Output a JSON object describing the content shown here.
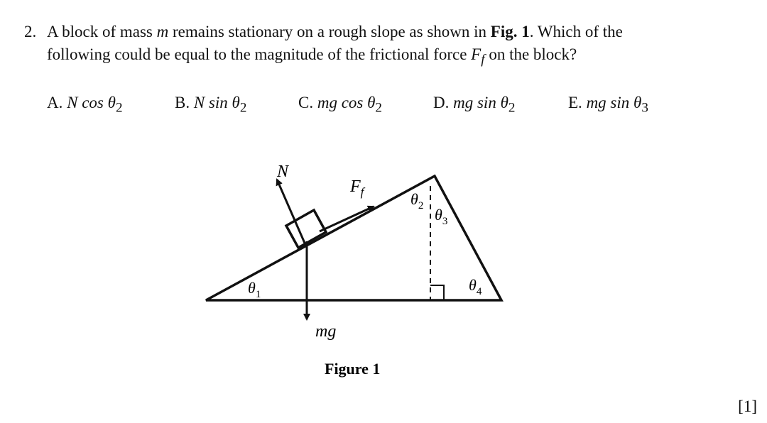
{
  "question": {
    "number": "2.",
    "line1_a": "A block of mass ",
    "line1_m": "m",
    "line1_b": " remains stationary on a rough slope as shown in ",
    "fig_ref": "Fig. 1",
    "line1_c": ". Which of the",
    "line2_a": "following could be equal to the magnitude of the frictional force ",
    "line2_F": "F",
    "line2_f": "f",
    "line2_b": " on the block?"
  },
  "options": [
    {
      "letter": "A.",
      "expr": "N cos θ",
      "sub": "2"
    },
    {
      "letter": "B.",
      "expr": "N sin θ",
      "sub": "2"
    },
    {
      "letter": "C.",
      "expr": "mg cos θ",
      "sub": "2"
    },
    {
      "letter": "D.",
      "expr": "mg sin θ",
      "sub": "2"
    },
    {
      "letter": "E.",
      "expr": "mg sin θ",
      "sub": "3"
    }
  ],
  "figure": {
    "caption": "Figure 1",
    "label_N": "N",
    "label_Ff": "F",
    "label_Ff_sub": "f",
    "label_mg": "mg",
    "theta": "θ",
    "theta1_sub": "1",
    "theta2_sub": "2",
    "theta3_sub": "3",
    "theta4_sub": "4"
  },
  "marks": "[1]"
}
